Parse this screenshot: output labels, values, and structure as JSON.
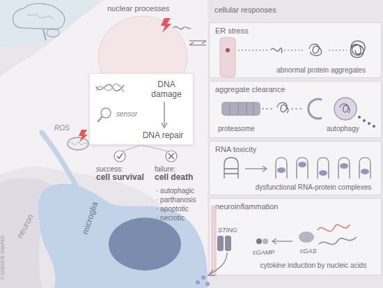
{
  "diagram": {
    "nodes": [
      {
        "text": [
          "nuclear processes"
        ]
      },
      {
        "text": [
          "DNA damage",
          "sensor",
          "DNA repair"
        ]
      },
      {
        "text": [
          "cellular responses"
        ]
      },
      {
        "text": [
          "ER stress",
          "abnormal protein aggregates"
        ],
        "in": 2
      },
      {
        "text": [
          "aggregate clearance",
          "proteasome",
          "autophagy"
        ],
        "in": 2
      },
      {
        "text": [
          "RNA toxicity",
          "dysfunctional RNA-protein complexes"
        ],
        "in": 2
      },
      {
        "text": [
          "neuroinflammation",
          "STING",
          "cGAMP",
          "cGAS",
          "cytokine induction by nucleic acids"
        ],
        "in": 2
      }
    ],
    "edges": [
      {
        "from": 0,
        "to": 2,
        "arrow": "both"
      }
    ],
    "labels": [
      "ROS",
      "success:",
      "cell survival",
      "failure:",
      "cell death",
      "· autophagic",
      "· parthanosis",
      "· apoptotic",
      "· necrotic",
      "neuron",
      "microglia",
      "© SCIENCE SHAPED"
    ]
  }
}
